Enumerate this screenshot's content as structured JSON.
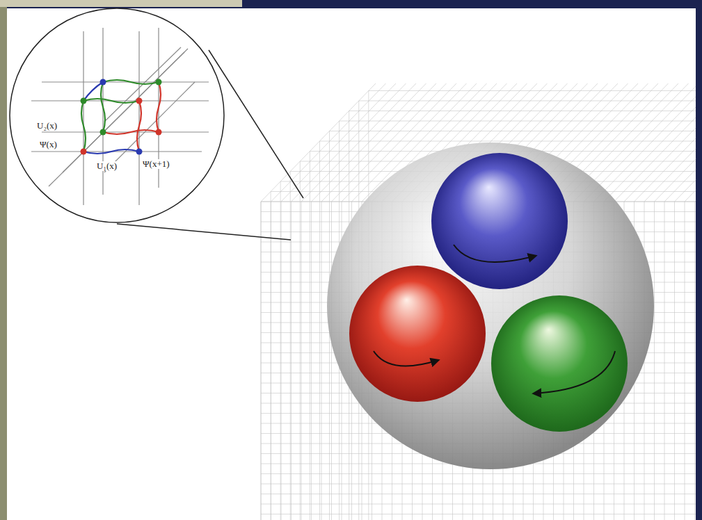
{
  "diagram": {
    "labels": [
      "U₂(x)",
      "Ψ(x)",
      "U₁(x)",
      "Ψ(x+1)"
    ]
  }
}
